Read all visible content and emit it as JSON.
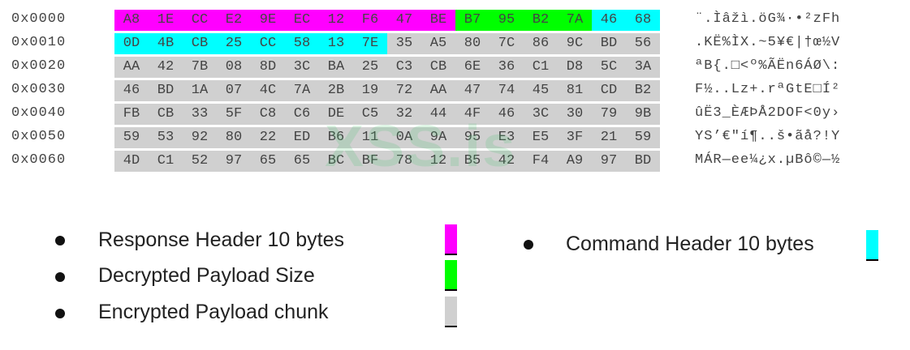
{
  "hex": {
    "rows": [
      {
        "offset": "0x0000",
        "bytes": [
          "A8",
          "1E",
          "CC",
          "E2",
          "9E",
          "EC",
          "12",
          "F6",
          "47",
          "BE",
          "B7",
          "95",
          "B2",
          "7A",
          "46",
          "68"
        ],
        "colors": [
          "magenta",
          "magenta",
          "magenta",
          "magenta",
          "magenta",
          "magenta",
          "magenta",
          "magenta",
          "magenta",
          "magenta",
          "green",
          "green",
          "green",
          "green",
          "cyan",
          "cyan"
        ],
        "ascii": "¨.Ìâžì.öG¾·•²zFh"
      },
      {
        "offset": "0x0010",
        "bytes": [
          "0D",
          "4B",
          "CB",
          "25",
          "CC",
          "58",
          "13",
          "7E",
          "35",
          "A5",
          "80",
          "7C",
          "86",
          "9C",
          "BD",
          "56"
        ],
        "colors": [
          "cyan",
          "cyan",
          "cyan",
          "cyan",
          "cyan",
          "cyan",
          "cyan",
          "cyan",
          "gray",
          "gray",
          "gray",
          "gray",
          "gray",
          "gray",
          "gray",
          "gray"
        ],
        "ascii": ".KË%ÌX.~5¥€|†œ½V"
      },
      {
        "offset": "0x0020",
        "bytes": [
          "AA",
          "42",
          "7B",
          "08",
          "8D",
          "3C",
          "BA",
          "25",
          "C3",
          "CB",
          "6E",
          "36",
          "C1",
          "D8",
          "5C",
          "3A"
        ],
        "colors": [
          "gray",
          "gray",
          "gray",
          "gray",
          "gray",
          "gray",
          "gray",
          "gray",
          "gray",
          "gray",
          "gray",
          "gray",
          "gray",
          "gray",
          "gray",
          "gray"
        ],
        "ascii": "ªB{.□<º%ÃËn6ÁØ\\:"
      },
      {
        "offset": "0x0030",
        "bytes": [
          "46",
          "BD",
          "1A",
          "07",
          "4C",
          "7A",
          "2B",
          "19",
          "72",
          "AA",
          "47",
          "74",
          "45",
          "81",
          "CD",
          "B2"
        ],
        "colors": [
          "gray",
          "gray",
          "gray",
          "gray",
          "gray",
          "gray",
          "gray",
          "gray",
          "gray",
          "gray",
          "gray",
          "gray",
          "gray",
          "gray",
          "gray",
          "gray"
        ],
        "ascii": "F½..Lz+.rªGtE□Í²"
      },
      {
        "offset": "0x0040",
        "bytes": [
          "FB",
          "CB",
          "33",
          "5F",
          "C8",
          "C6",
          "DE",
          "C5",
          "32",
          "44",
          "4F",
          "46",
          "3C",
          "30",
          "79",
          "9B"
        ],
        "colors": [
          "gray",
          "gray",
          "gray",
          "gray",
          "gray",
          "gray",
          "gray",
          "gray",
          "gray",
          "gray",
          "gray",
          "gray",
          "gray",
          "gray",
          "gray",
          "gray"
        ],
        "ascii": "ûË3_ÈÆÞÅ2DOF<0y›"
      },
      {
        "offset": "0x0050",
        "bytes": [
          "59",
          "53",
          "92",
          "80",
          "22",
          "ED",
          "B6",
          "11",
          "0A",
          "9A",
          "95",
          "E3",
          "E5",
          "3F",
          "21",
          "59"
        ],
        "colors": [
          "gray",
          "gray",
          "gray",
          "gray",
          "gray",
          "gray",
          "gray",
          "gray",
          "gray",
          "gray",
          "gray",
          "gray",
          "gray",
          "gray",
          "gray",
          "gray"
        ],
        "ascii": "YS’€\"í¶..š•ãå?!Y"
      },
      {
        "offset": "0x0060",
        "bytes": [
          "4D",
          "C1",
          "52",
          "97",
          "65",
          "65",
          "BC",
          "BF",
          "78",
          "12",
          "B5",
          "42",
          "F4",
          "A9",
          "97",
          "BD"
        ],
        "colors": [
          "gray",
          "gray",
          "gray",
          "gray",
          "gray",
          "gray",
          "gray",
          "gray",
          "gray",
          "gray",
          "gray",
          "gray",
          "gray",
          "gray",
          "gray",
          "gray"
        ],
        "ascii": "MÁR—ee¼¿x.µBô©—½"
      }
    ]
  },
  "watermark": "XSS.is",
  "legend": {
    "items": [
      {
        "text": "Response Header 10 bytes",
        "color": "#ff00ff"
      },
      {
        "text": "Decrypted Payload Size",
        "color": "#00ff00"
      },
      {
        "text": "Encrypted Payload chunk",
        "color": "#d0d0d0"
      },
      {
        "text": "Command Header 10 bytes",
        "color": "#00ffff"
      }
    ]
  }
}
